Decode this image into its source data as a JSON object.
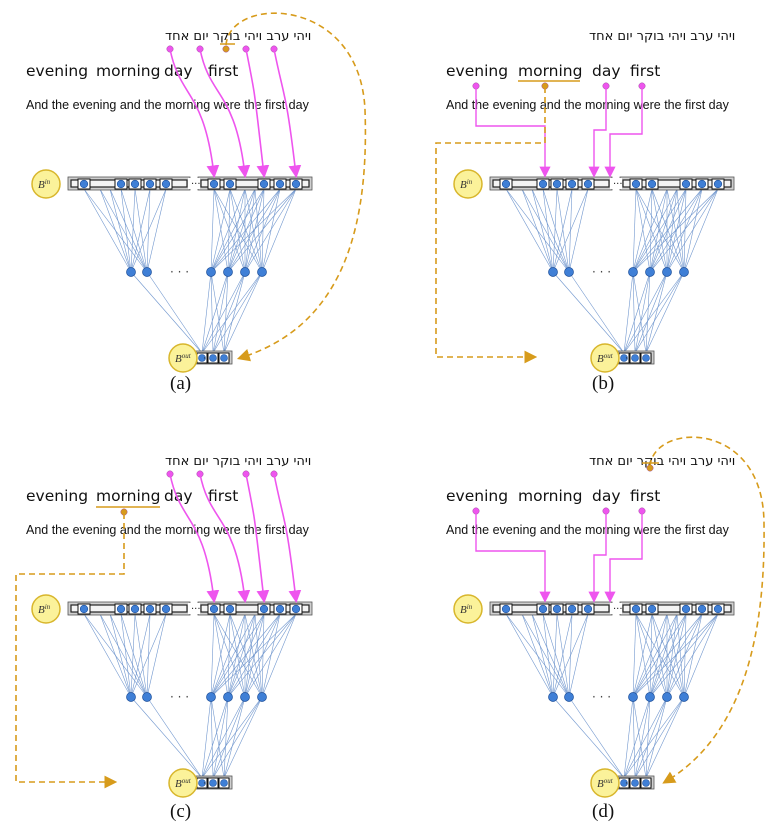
{
  "hebrew_text": "ויהי ערב ויהי בוקר יום אחד",
  "english_words": [
    "evening",
    "morning",
    "day",
    "first"
  ],
  "sentence": "And the evening and the morning were the first day",
  "b_in": "B^{in}",
  "b_out": "B^{out}",
  "ellipsis": "· · ·",
  "panel_labels": [
    "(a)",
    "(b)",
    "(c)",
    "(d)"
  ],
  "colors": {
    "arrow": "#ee55ee",
    "dashed": "#d79b1b",
    "highlight": "#d79b1b",
    "edge": "#5a86c6",
    "node": "#3f7fd6",
    "badge_fill": "#fbf29a",
    "badge_stroke": "#d8b62c"
  }
}
